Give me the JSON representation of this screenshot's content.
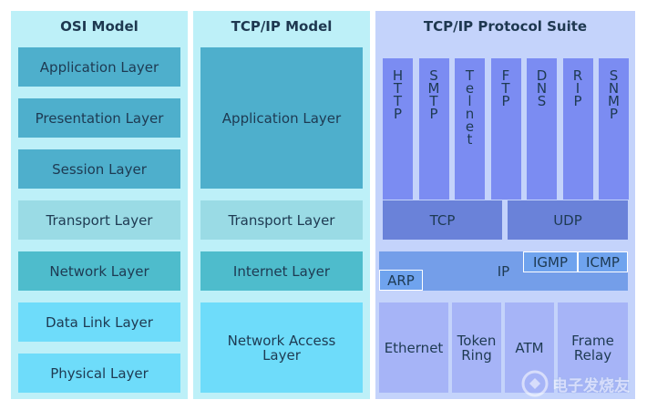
{
  "osi": {
    "title": "OSI Model",
    "layers": [
      "Application Layer",
      "Presentation Layer",
      "Session Layer",
      "Transport Layer",
      "Network Layer",
      "Data Link Layer",
      "Physical Layer"
    ]
  },
  "tcpip": {
    "title": "TCP/IP Model",
    "layers": [
      "Application Layer",
      "Transport Layer",
      "Internet Layer",
      "Network Access Layer"
    ]
  },
  "suite": {
    "title": "TCP/IP Protocol Suite",
    "application_protocols": [
      "HTTP",
      "SMTP",
      "Telnet",
      "FTP",
      "DNS",
      "RIP",
      "SNMP"
    ],
    "transport_protocols": [
      "TCP",
      "UDP"
    ],
    "internet": {
      "ip": "IP",
      "arp": "ARP",
      "igmp": "IGMP",
      "icmp": "ICMP"
    },
    "link_protocols": [
      "Ethernet",
      "Token Ring",
      "ATM",
      "Frame Relay"
    ]
  },
  "watermark": {
    "text": "电子发烧友"
  },
  "colors": {
    "osi_upper": "#4eafcc",
    "transport": "#9adbe5",
    "network": "#4ebccc",
    "lower": "#6edcfa",
    "protocol": "#7b8cf2",
    "link": "#a6b4f7"
  }
}
